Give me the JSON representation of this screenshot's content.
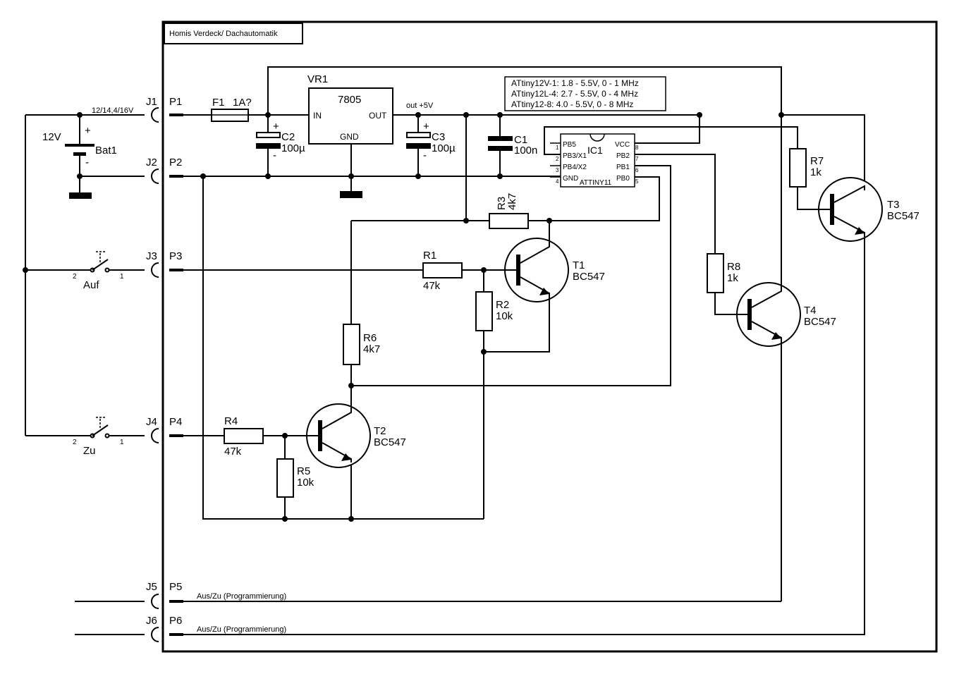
{
  "title": "Homis Verdeck/ Dachautomatik",
  "connectors": {
    "j1": {
      "ref": "J1",
      "pin": "P1"
    },
    "j2": {
      "ref": "J2",
      "pin": "P2"
    },
    "j3": {
      "ref": "J3",
      "pin": "P3"
    },
    "j4": {
      "ref": "J4",
      "pin": "P4"
    },
    "j5": {
      "ref": "J5",
      "pin": "P5"
    },
    "j6": {
      "ref": "J6",
      "pin": "P6"
    }
  },
  "supply_note": "12/14,4/16V",
  "battery": {
    "ref": "Bat1",
    "voltage": "12V",
    "plus": "+",
    "minus": "-"
  },
  "switches": {
    "auf": {
      "name": "Auf",
      "pin_left": "2",
      "pin_right": "1"
    },
    "zu": {
      "name": "Zu",
      "pin_left": "2",
      "pin_right": "1"
    }
  },
  "fuse": {
    "ref": "F1",
    "value": "1A?"
  },
  "regulator": {
    "ref": "VR1",
    "part": "7805",
    "in": "IN",
    "out": "OUT",
    "gnd": "GND"
  },
  "out_label": "out +5V",
  "capacitors": {
    "c1": {
      "ref": "C1",
      "value": "100n"
    },
    "c2": {
      "ref": "C2",
      "value": "100µ",
      "plus": "+",
      "minus": "-"
    },
    "c3": {
      "ref": "C3",
      "value": "100µ",
      "plus": "+",
      "minus": "-"
    }
  },
  "info_box": [
    "ATtiny12V-1: 1.8 - 5.5V, 0 - 1 MHz",
    "ATtiny12L-4: 2.7 - 5.5V, 0 - 4 MHz",
    "ATtiny12-8: 4.0 - 5.5V, 0 - 8 MHz"
  ],
  "ic": {
    "ref": "IC1",
    "part": "ATTINY11",
    "left_pins": [
      {
        "num": "1",
        "name": "PB5"
      },
      {
        "num": "2",
        "name": "PB3/X1"
      },
      {
        "num": "3",
        "name": "PB4/X2"
      },
      {
        "num": "4",
        "name": "GND"
      }
    ],
    "right_pins": [
      {
        "num": "8",
        "name": "VCC"
      },
      {
        "num": "7",
        "name": "PB2"
      },
      {
        "num": "6",
        "name": "PB1"
      },
      {
        "num": "5",
        "name": "PB0"
      }
    ]
  },
  "resistors": {
    "r1": {
      "ref": "R1",
      "value": "47k"
    },
    "r2": {
      "ref": "R2",
      "value": "10k"
    },
    "r3": {
      "ref": "R3",
      "value": "4k7"
    },
    "r4": {
      "ref": "R4",
      "value": "47k"
    },
    "r5": {
      "ref": "R5",
      "value": "10k"
    },
    "r6": {
      "ref": "R6",
      "value": "4k7"
    },
    "r7": {
      "ref": "R7",
      "value": "1k"
    },
    "r8": {
      "ref": "R8",
      "value": "1k"
    }
  },
  "transistors": {
    "t1": {
      "ref": "T1",
      "part": "BC547"
    },
    "t2": {
      "ref": "T2",
      "part": "BC547"
    },
    "t3": {
      "ref": "T3",
      "part": "BC547"
    },
    "t4": {
      "ref": "T4",
      "part": "BC547"
    }
  },
  "outputs": {
    "p5_label": "Aus/Zu (Programmierung)",
    "p6_label": "Aus/Zu (Programmierung)"
  }
}
